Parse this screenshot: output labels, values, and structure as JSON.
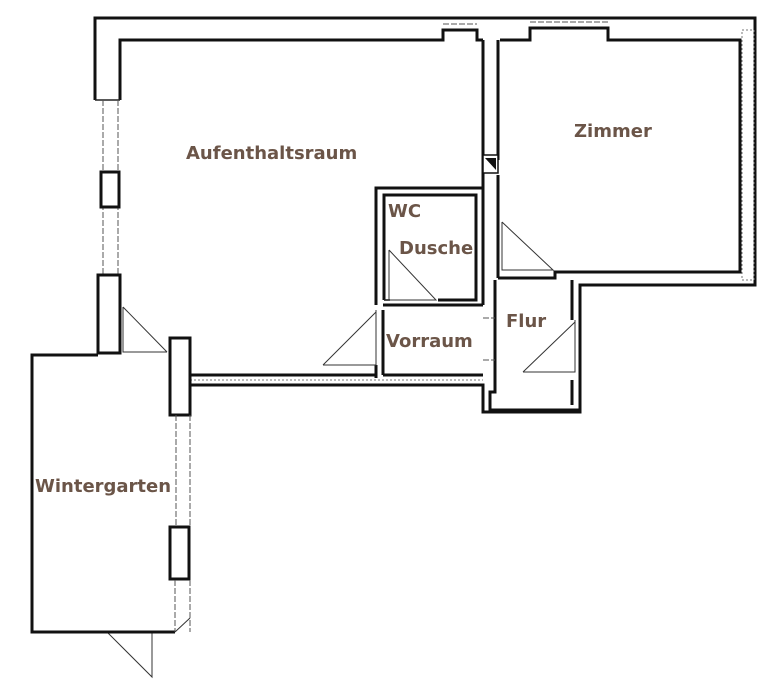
{
  "floorplan": {
    "label_color": "#6b5548",
    "rooms": [
      {
        "id": "aufenthaltsraum",
        "label": "Aufenthaltsraum"
      },
      {
        "id": "zimmer",
        "label": "Zimmer"
      },
      {
        "id": "wc",
        "label": "WC"
      },
      {
        "id": "dusche",
        "label": "Dusche"
      },
      {
        "id": "vorraum",
        "label": "Vorraum"
      },
      {
        "id": "flur",
        "label": "Flur"
      },
      {
        "id": "wintergarten",
        "label": "Wintergarten"
      }
    ]
  }
}
